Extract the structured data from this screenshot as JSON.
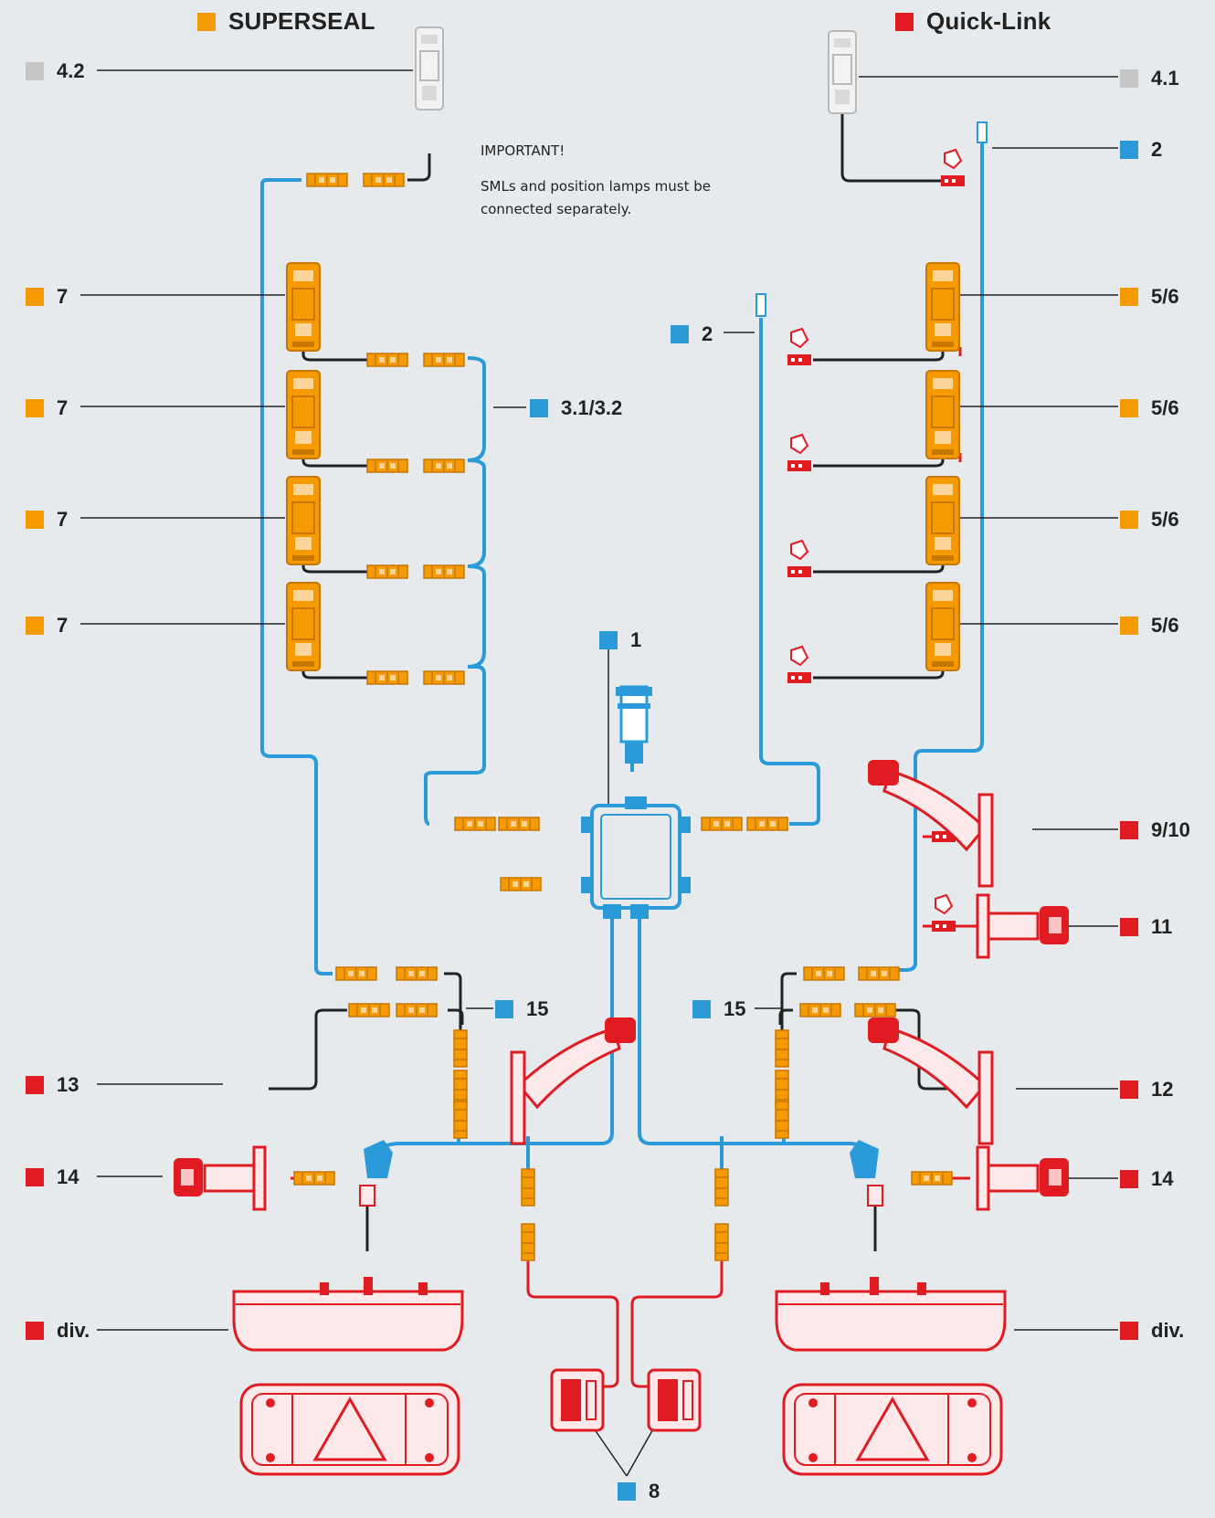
{
  "legend": {
    "superseal": {
      "label": "SUPERSEAL",
      "color": "#f59a00"
    },
    "quicklink": {
      "label": "Quick-Link",
      "color": "#e01b22"
    }
  },
  "colors": {
    "cable_blue": "#2a9ad8",
    "connector_orange": "#f59a00",
    "lamp_red": "#e01b22",
    "lamp_grey": "#c6c6c6",
    "background": "#e6eaed"
  },
  "note": {
    "line1": "IMPORTANT!",
    "line2": "SMLs and position lamps must be connected separately."
  },
  "labels": {
    "l_42": "4.2",
    "l_41": "4.1",
    "l_2a": "2",
    "l_2b": "2",
    "l_7a": "7",
    "l_7b": "7",
    "l_7c": "7",
    "l_7d": "7",
    "l_31": "3.1/3.2",
    "l_56a": "5/6",
    "l_56b": "5/6",
    "l_56c": "5/6",
    "l_56d": "5/6",
    "l_1": "1",
    "l_910": "9/10",
    "l_11": "11",
    "l_15a": "15",
    "l_15b": "15",
    "l_13": "13",
    "l_12": "12",
    "l_14a": "14",
    "l_14b": "14",
    "l_diva": "div.",
    "l_divb": "div.",
    "l_8": "8"
  }
}
